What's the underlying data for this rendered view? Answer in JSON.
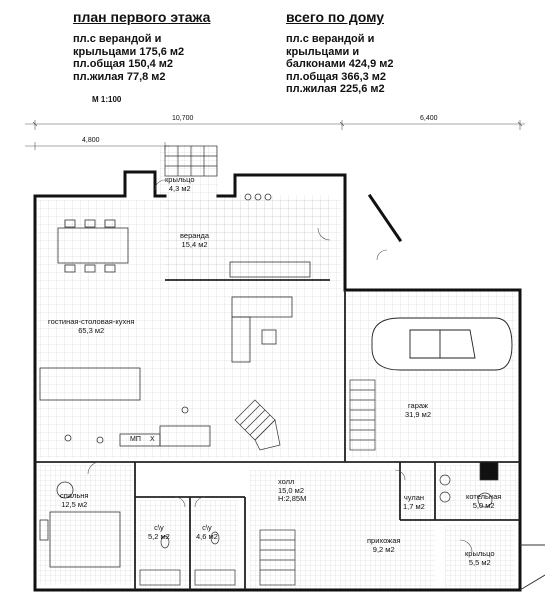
{
  "header": {
    "first_floor_title": "план первого этажа",
    "first_floor_lines": [
      "пл.с верандой и",
      "крыльцами 175,6 м2",
      "пл.общая 150,4 м2",
      "пл.жилая 77,8 м2"
    ],
    "scale": "М 1:100",
    "house_title": "всего по дому",
    "house_lines": [
      "пл.с верандой и",
      "крыльцами и",
      "балконами 424,9 м2",
      "пл.общая 366,3 м2",
      "пл.жилая 225,6 м2"
    ]
  },
  "dimensions": {
    "total_left": "10,700",
    "total_right": "6,400",
    "partial": "4,800"
  },
  "rooms": {
    "krylco_top": {
      "name": "крыльцо",
      "area": "4,3 м2"
    },
    "veranda": {
      "name": "веранда",
      "area": "15,4 м2"
    },
    "living": {
      "name": "гостиная-столовая-кухня",
      "area": "65,3 м2"
    },
    "garage": {
      "name": "гараж",
      "area": "31,9 м2"
    },
    "bedroom": {
      "name": "спальня",
      "area": "12,5 м2"
    },
    "hall": {
      "name": "холл",
      "area": "15,0 м2",
      "height": "Н:2,85М"
    },
    "wc1": {
      "name": "с\\у",
      "area": "5,2 м2"
    },
    "wc2": {
      "name": "с\\у",
      "area": "4,6 м2"
    },
    "chulan": {
      "name": "чулан",
      "area": "1,7 м2"
    },
    "boiler": {
      "name": "котельная",
      "area": "5,0 м2"
    },
    "hallway": {
      "name": "прихожая",
      "area": "9,2 м2"
    },
    "krylco_bottom": {
      "name": "крыльцо",
      "area": "5,5 м2"
    }
  },
  "kitchen_labels": {
    "mp": "МП",
    "x": "Х"
  }
}
